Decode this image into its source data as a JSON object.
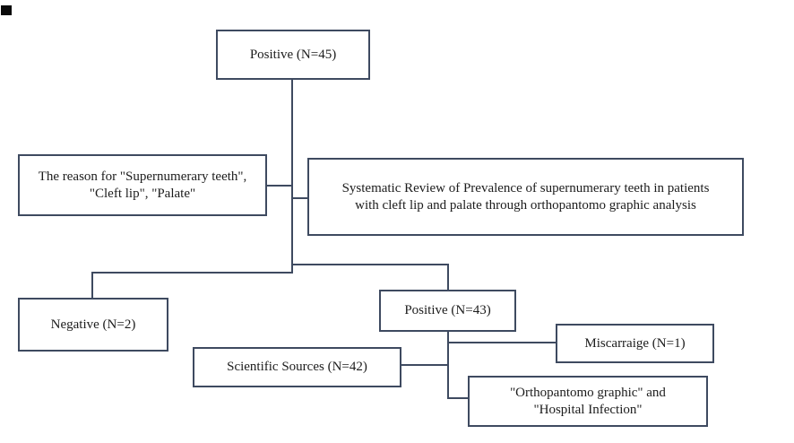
{
  "diagram": {
    "type": "flowchart",
    "colors": {
      "border": "#3e4a60",
      "text": "#1c1c1c",
      "background": "#ffffff",
      "artifact": "#0a0a0a"
    },
    "nodes": {
      "positive45": {
        "label": "Positive (N=45)"
      },
      "reason": {
        "line1": "The reason for \"Supernumerary teeth\",",
        "line2": "\"Cleft lip\", \"Palate\""
      },
      "systematic": {
        "line1": "Systematic Review of Prevalence of supernumerary teeth in patients",
        "line2": "with cleft lip and palate through orthopantomo graphic analysis"
      },
      "negative": {
        "label": "Negative (N=2)"
      },
      "positive43": {
        "label": "Positive (N=43)"
      },
      "sources": {
        "label": "Scientific Sources (N=42)"
      },
      "miscarraige": {
        "label": "Miscarraige (N=1)"
      },
      "orthopantomo": {
        "line1": "\"Orthopantomo graphic\" and",
        "line2": "\"Hospital Infection\""
      }
    }
  }
}
